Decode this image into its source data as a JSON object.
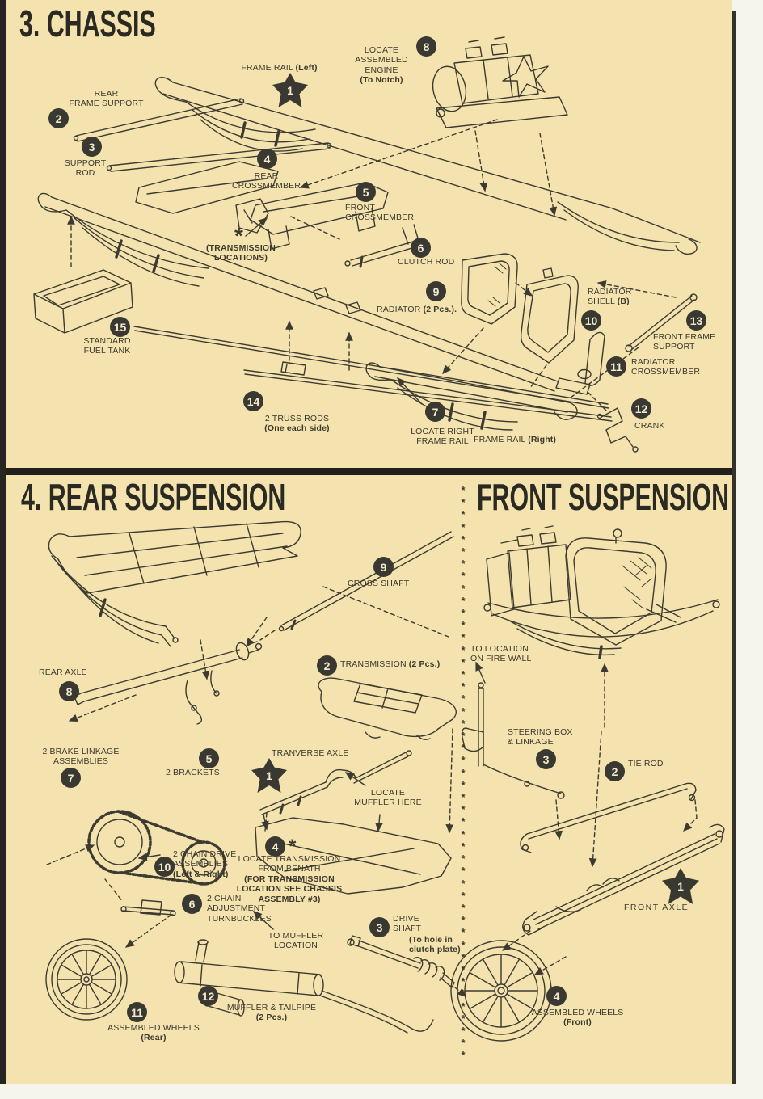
{
  "colors": {
    "paper": "#f4e3ae",
    "ink": "#3d3b31",
    "badge": "#393831",
    "heading": "#2b2a22"
  },
  "chassis": {
    "heading": "3. CHASSIS",
    "frame_rail_left": {
      "badge": "1",
      "label": "FRAME RAIL ",
      "bold": "(Left)"
    },
    "rear_frame_support": {
      "badge": "2",
      "label": "REAR\nFRAME SUPPORT"
    },
    "support_rod": {
      "badge": "3",
      "label": "SUPPORT\nROD"
    },
    "rear_crossmember": {
      "badge": "4",
      "label": "REAR\nCROSSMEMBER"
    },
    "front_crossmember": {
      "badge": "5",
      "label": "FRONT\nCROSSMEMBER"
    },
    "transmission_locations": {
      "note": "*",
      "label": "(TRANSMISSION\nLOCATIONS)"
    },
    "clutch_rod": {
      "badge": "6",
      "label": "CLUTCH ROD"
    },
    "locate_engine": {
      "badge": "8",
      "label": "LOCATE\nASSEMBLED\nENGINE\n",
      "bold": "(To Notch)"
    },
    "radiator": {
      "badge": "9",
      "label": "RADIATOR ",
      "bold": "(2 Pcs.)."
    },
    "radiator_shell": {
      "badge": "10",
      "label": "RADIATOR\nSHELL ",
      "bold": "(B)"
    },
    "front_frame_support": {
      "badge": "13",
      "label": "FRONT FRAME\nSUPPORT"
    },
    "radiator_crossmember": {
      "badge": "11",
      "label": "RADIATOR\nCROSSMEMBER"
    },
    "crank": {
      "badge": "12",
      "label": "CRANK"
    },
    "fuel_tank": {
      "badge": "15",
      "label": "STANDARD\nFUEL TANK"
    },
    "truss_rods": {
      "badge": "14",
      "label": "2 TRUSS RODS\n",
      "bold": "(One each side)"
    },
    "locate_right_frame_rail": {
      "badge": "7",
      "label": "LOCATE RIGHT\nFRAME RAIL"
    },
    "frame_rail_right": {
      "label": "FRAME RAIL ",
      "bold": "(Right)"
    }
  },
  "rear_suspension": {
    "heading": "4. REAR SUSPENSION",
    "cross_shaft": {
      "badge": "9",
      "label": "CROSS SHAFT"
    },
    "transmission": {
      "badge": "2",
      "label": "TRANSMISSION ",
      "bold": "(2 Pcs.)"
    },
    "tranverse_axle": {
      "badge": "1",
      "label": "TRANVERSE AXLE"
    },
    "locate_muffler": {
      "label": "LOCATE\nMUFFLER HERE"
    },
    "rear_axle": {
      "badge": "8",
      "label": "REAR AXLE"
    },
    "brake_linkage": {
      "badge": "7",
      "label": "2 BRAKE LINKAGE\nASSEMBLIES"
    },
    "brackets": {
      "badge": "5",
      "label": "2 BRACKETS"
    },
    "chain_drive": {
      "badge": "10",
      "label": "2 CHAIN DRIVE\nASSEMBLIES\n",
      "bold": "(Left & Right)"
    },
    "chain_turnbuckles": {
      "badge": "6",
      "label": "2 CHAIN\nADJUSTMENT\nTURNBUCKLES"
    },
    "locate_transmission": {
      "badge": "4",
      "note": "*",
      "label": "LOCATE TRANSMISSION\nFROM BENATH\n",
      "bold": "(FOR TRANSMISSION\nLOCATION SEE CHASSIS\nASSEMBLY #3)"
    },
    "drive_shaft": {
      "badge": "3",
      "label": "DRIVE\nSHAFT"
    },
    "clutch_plate_note": {
      "label": "(To hole in\nclutch plate)"
    },
    "to_muffler": {
      "label": "TO MUFFLER\nLOCATION"
    },
    "muffler": {
      "badge": "12",
      "label": "MUFFLER & TAILPIPE\n",
      "bold": "(2 Pcs.)"
    },
    "wheels_rear": {
      "badge": "11",
      "label": "ASSEMBLED WHEELS\n",
      "bold": "(Rear)"
    }
  },
  "front_suspension": {
    "heading": "FRONT SUSPENSION",
    "to_firewall": {
      "label": "TO LOCATION\nON FIRE WALL"
    },
    "steering_box": {
      "badge": "3",
      "label": "STEERING BOX\n& LINKAGE"
    },
    "tie_rod": {
      "badge": "2",
      "label": "TIE ROD"
    },
    "front_axle": {
      "badge": "1",
      "label": "FRONT AXLE"
    },
    "wheels_front": {
      "badge": "4",
      "label": "ASSEMBLED WHEELS\n",
      "bold": "(Front)"
    }
  },
  "separator": {
    "asterisks": "*\n*\n*\n*\n*\n*\n*\n*\n*\n*\n*\n*\n*\n*\n*\n*\n*\n*\n*\n*\n*\n*\n*\n*\n*\n*\n*\n*\n*\n*\n*\n*\n*\n*\n*\n*\n*\n*\n*\n*\n*\n*\n*\n*\n*\n*\n*"
  }
}
